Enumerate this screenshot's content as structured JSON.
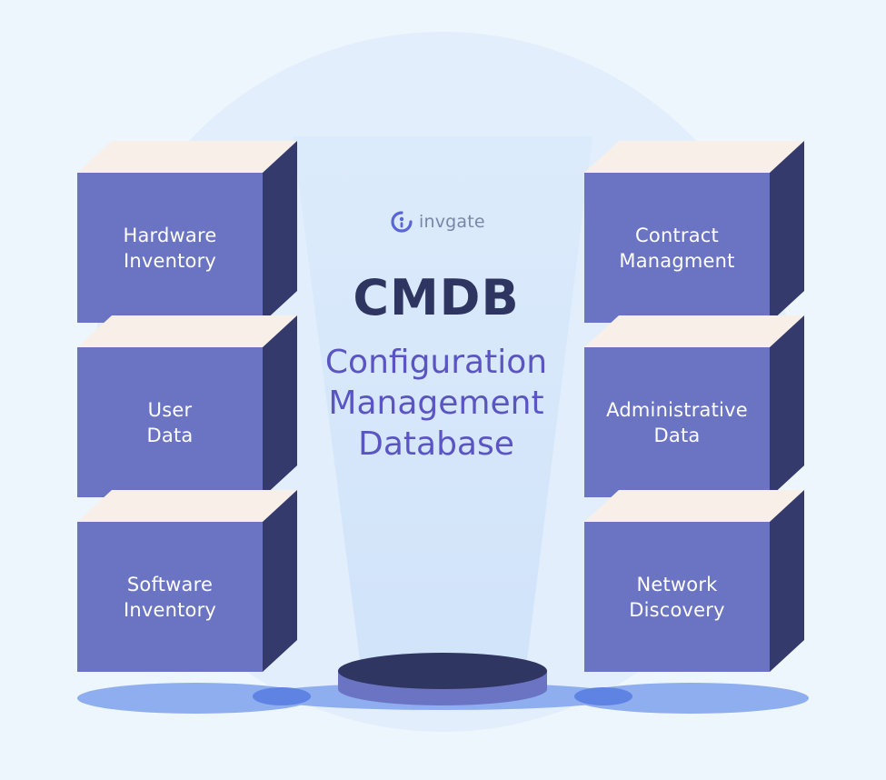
{
  "brand": {
    "name": "invgate",
    "icon": "invgate-logo-icon"
  },
  "center": {
    "title": "CMDB",
    "subtitle_lines": [
      "Configuration",
      "Management",
      "Database"
    ]
  },
  "left_boxes": [
    {
      "lines": [
        "Hardware",
        "Inventory"
      ]
    },
    {
      "lines": [
        "User",
        "Data"
      ]
    },
    {
      "lines": [
        "Software",
        "Inventory"
      ]
    }
  ],
  "right_boxes": [
    {
      "lines": [
        "Contract",
        "Managment"
      ]
    },
    {
      "lines": [
        "Administrative",
        "Data"
      ]
    },
    {
      "lines": [
        "Network",
        "Discovery"
      ]
    }
  ],
  "colors": {
    "background": "#eef6fd",
    "box_front": "#6a74c2",
    "box_side": "#343a6b",
    "box_top": "#f7efe8",
    "title": "#2e3560",
    "subtitle": "#5b55c4"
  }
}
